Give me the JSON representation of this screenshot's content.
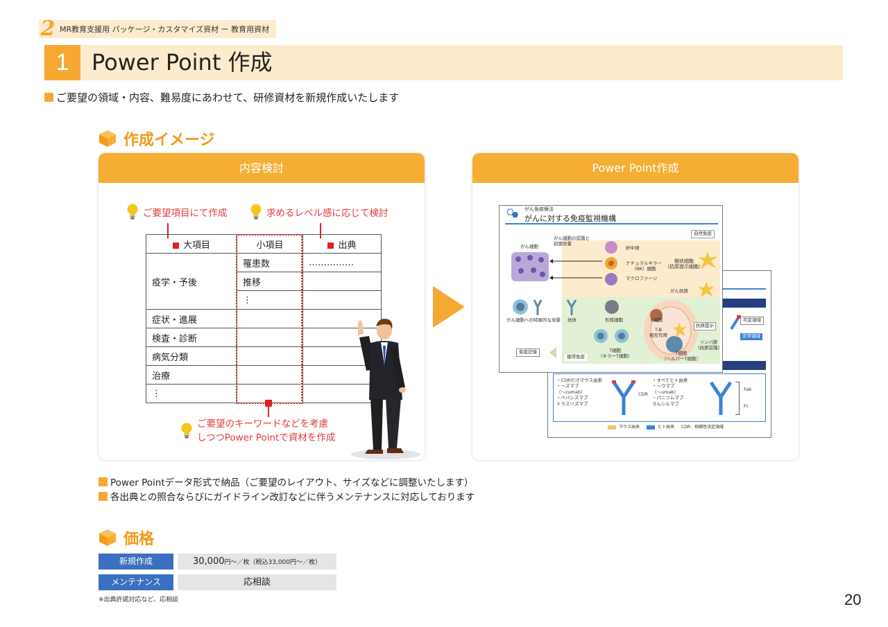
{
  "header": {
    "section_number": "2",
    "section_text": "MR教育支援用 パッケージ・カスタマイズ資材 ー 教育用資材",
    "title_number": "1",
    "title": "Power Point 作成"
  },
  "intro": "ご要望の領域・内容、難易度にあわせて、研修資材を新規作成いたします",
  "image_section": {
    "heading": "作成イメージ",
    "left_panel": {
      "title": "内容検討",
      "hint1": "ご要望項目にて作成",
      "hint2": "求めるレベル感に応じて検討",
      "hint3_line1": "ご要望のキーワードなどを考慮",
      "hint3_line2": "しつつPower Pointで資材を作成",
      "table": {
        "headers": [
          "大項目",
          "小項目",
          "出典"
        ],
        "rows": [
          [
            "",
            "罹患数",
            "……………"
          ],
          [
            "疫学・予後",
            "推移",
            ""
          ],
          [
            "",
            "⋮",
            ""
          ],
          [
            "症状・進展",
            "",
            ""
          ],
          [
            "検査・診断",
            "",
            ""
          ],
          [
            "病気分類",
            "",
            ""
          ],
          [
            "治療",
            "",
            ""
          ],
          [
            "⋮",
            "",
            ""
          ]
        ]
      }
    },
    "right_panel": {
      "title": "Power Point作成",
      "front_slide": {
        "category": "がん免疫療法",
        "title": "がんに対する免疫監視機構",
        "innate_badge": "自然免疫",
        "labels": {
          "cancer_cell": "がん細胞",
          "initial_attack": "がん細胞の認識と\n初期攻撃",
          "neutrophil": "好中球",
          "nk": "ナチュラルキラー\n（NK）細胞",
          "macrophage": "マクロファージ",
          "dendritic": "樹状細胞\n（抗原提示細胞）",
          "cancer_antigen": "がん抗原",
          "specific_attack": "がん細胞への特異的な攻撃",
          "antibody": "抗体",
          "plasma": "形質細胞",
          "b_cell": "B細胞",
          "tb_interaction": "T-B\n相互作用",
          "antigen_presentation": "抗原提示",
          "lymph": "リンパ節\n（抗原認識）",
          "killer_t": "T細胞\n（キラーT細胞）",
          "helper_t": "T細胞\n（ヘルパーT細胞）",
          "memory": "免疫記憶",
          "acquired": "獲得免疫"
        }
      },
      "back_slide": {
        "variable_region": "可変領域",
        "constant_region": "定常領域",
        "left_list": [
          "・CDRだけマウス由来",
          "・〜ズマブ",
          "（〜zumab）",
          "・ベバシズマブ",
          "トラスツズマブ"
        ],
        "cdr": "CDR",
        "right_list": [
          "・すべてヒト由来",
          "・〜ウマブ",
          "（〜umab）",
          "・パニツムマブ",
          "ラムシルマブ"
        ],
        "fab": "Fab",
        "fc": "Fc",
        "legend_mouse": "マウス由来",
        "legend_human": "ヒト由来",
        "legend_cdr": "CDR：相補性決定領域"
      }
    }
  },
  "notes": [
    "Power Pointデータ形式で納品（ご要望のレイアウト、サイズなどに調整いたします）",
    "各出典との照合ならびにガイドライン改訂などに伴うメンテナンスに対応しております"
  ],
  "price_section": {
    "heading": "価格",
    "new_label": "新規作成",
    "new_price": "30,000",
    "new_price_unit": "円〜／枚（税込33,000円〜／枚）",
    "maint_label": "メンテナンス",
    "maint_price": "応相談",
    "footnote": "※出典許諾対応など、応相談"
  },
  "page_number": "20",
  "colors": {
    "orange": "#f6a832",
    "title_bg": "#fdebcd",
    "blue": "#3a6fc1",
    "red": "#dd2222"
  }
}
